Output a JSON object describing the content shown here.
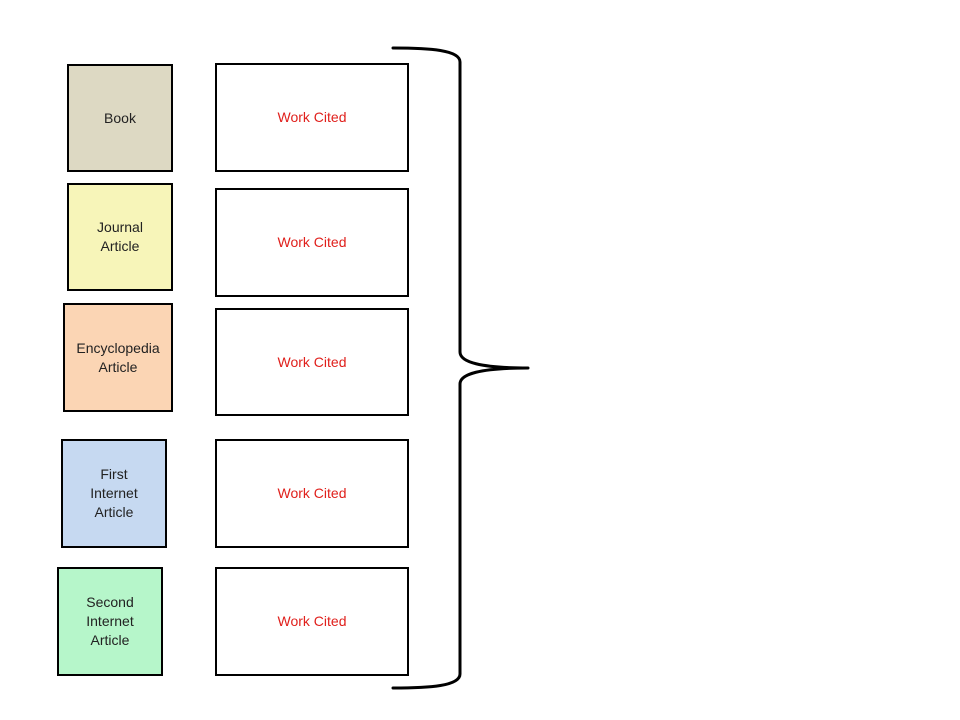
{
  "sources": [
    {
      "label": "Book",
      "color": "#ddd9c3"
    },
    {
      "label": "Journal\nArticle",
      "color": "#f7f5b9"
    },
    {
      "label": "Encyclopedia\nArticle",
      "color": "#fbd5b4"
    },
    {
      "label": "First\nInternet\nArticle",
      "color": "#c6d9f1"
    },
    {
      "label": "Second\nInternet\nArticle",
      "color": "#b6f6ca"
    }
  ],
  "citations": [
    {
      "label": "Work Cited"
    },
    {
      "label": "Work Cited"
    },
    {
      "label": "Work Cited"
    },
    {
      "label": "Work Cited"
    },
    {
      "label": "Work Cited"
    }
  ]
}
